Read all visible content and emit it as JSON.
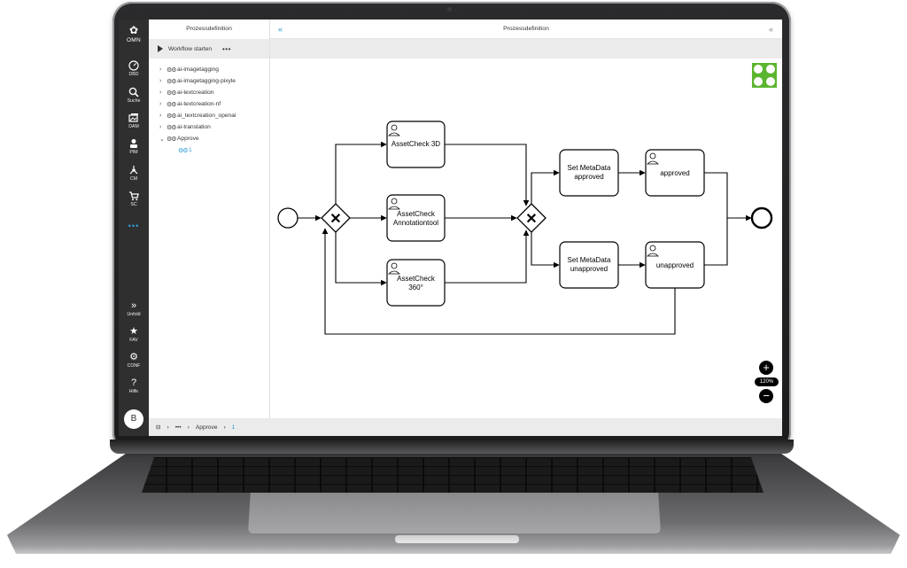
{
  "app": {
    "logo_text": "OMN"
  },
  "rail": {
    "items": [
      {
        "label": "DBD",
        "icon": "dashboard-icon"
      },
      {
        "label": "Suche",
        "icon": "search-icon"
      },
      {
        "label": "DAM",
        "icon": "images-icon"
      },
      {
        "label": "PIM",
        "icon": "pim-icon"
      },
      {
        "label": "CM",
        "icon": "cm-icon"
      },
      {
        "label": "SC",
        "icon": "cart-icon"
      }
    ],
    "more": "•••",
    "bottom_items": [
      {
        "label": "Unfold",
        "icon": "double-chevron-right-icon"
      },
      {
        "label": "FAV",
        "icon": "star-icon"
      },
      {
        "label": "CONF",
        "icon": "gear-icon"
      },
      {
        "label": "Hilfe",
        "icon": "question-icon"
      }
    ],
    "avatar": "B"
  },
  "panel": {
    "title": "Prozessdefinition",
    "start_workflow": "Workflow starten",
    "more": "•••",
    "tree": [
      {
        "label": "ai-imagetagging",
        "expanded": false
      },
      {
        "label": "ai-imagetagging-pixyle",
        "expanded": false
      },
      {
        "label": "ai-textcreation",
        "expanded": false
      },
      {
        "label": "ai-textcreation-nf",
        "expanded": false
      },
      {
        "label": "ai_textcreation_openai",
        "expanded": false
      },
      {
        "label": "ai-translation",
        "expanded": false
      },
      {
        "label": "Approve",
        "expanded": true
      }
    ],
    "tree_child": "1"
  },
  "canvas": {
    "title": "Prozessdefinition",
    "zoom_level": "120%",
    "tasks": {
      "assetcheck_3d": "AssetCheck 3D",
      "assetcheck_annotation": [
        "AssetCheck",
        "Annotationtool"
      ],
      "assetcheck_360": [
        "AssetCheck",
        "360°"
      ],
      "set_approved": [
        "Set MetaData",
        "approved"
      ],
      "set_unapproved": [
        "Set MetaData",
        "unapproved"
      ],
      "approved": "approved",
      "unapproved": "unapproved"
    }
  },
  "breadcrumb": {
    "ellipsis": "•••",
    "item": "Approve",
    "current": "1"
  },
  "colors": {
    "accent": "#2d9ad7",
    "rail": "#2f2f30",
    "bpmn_logo": "#5bb52f"
  }
}
